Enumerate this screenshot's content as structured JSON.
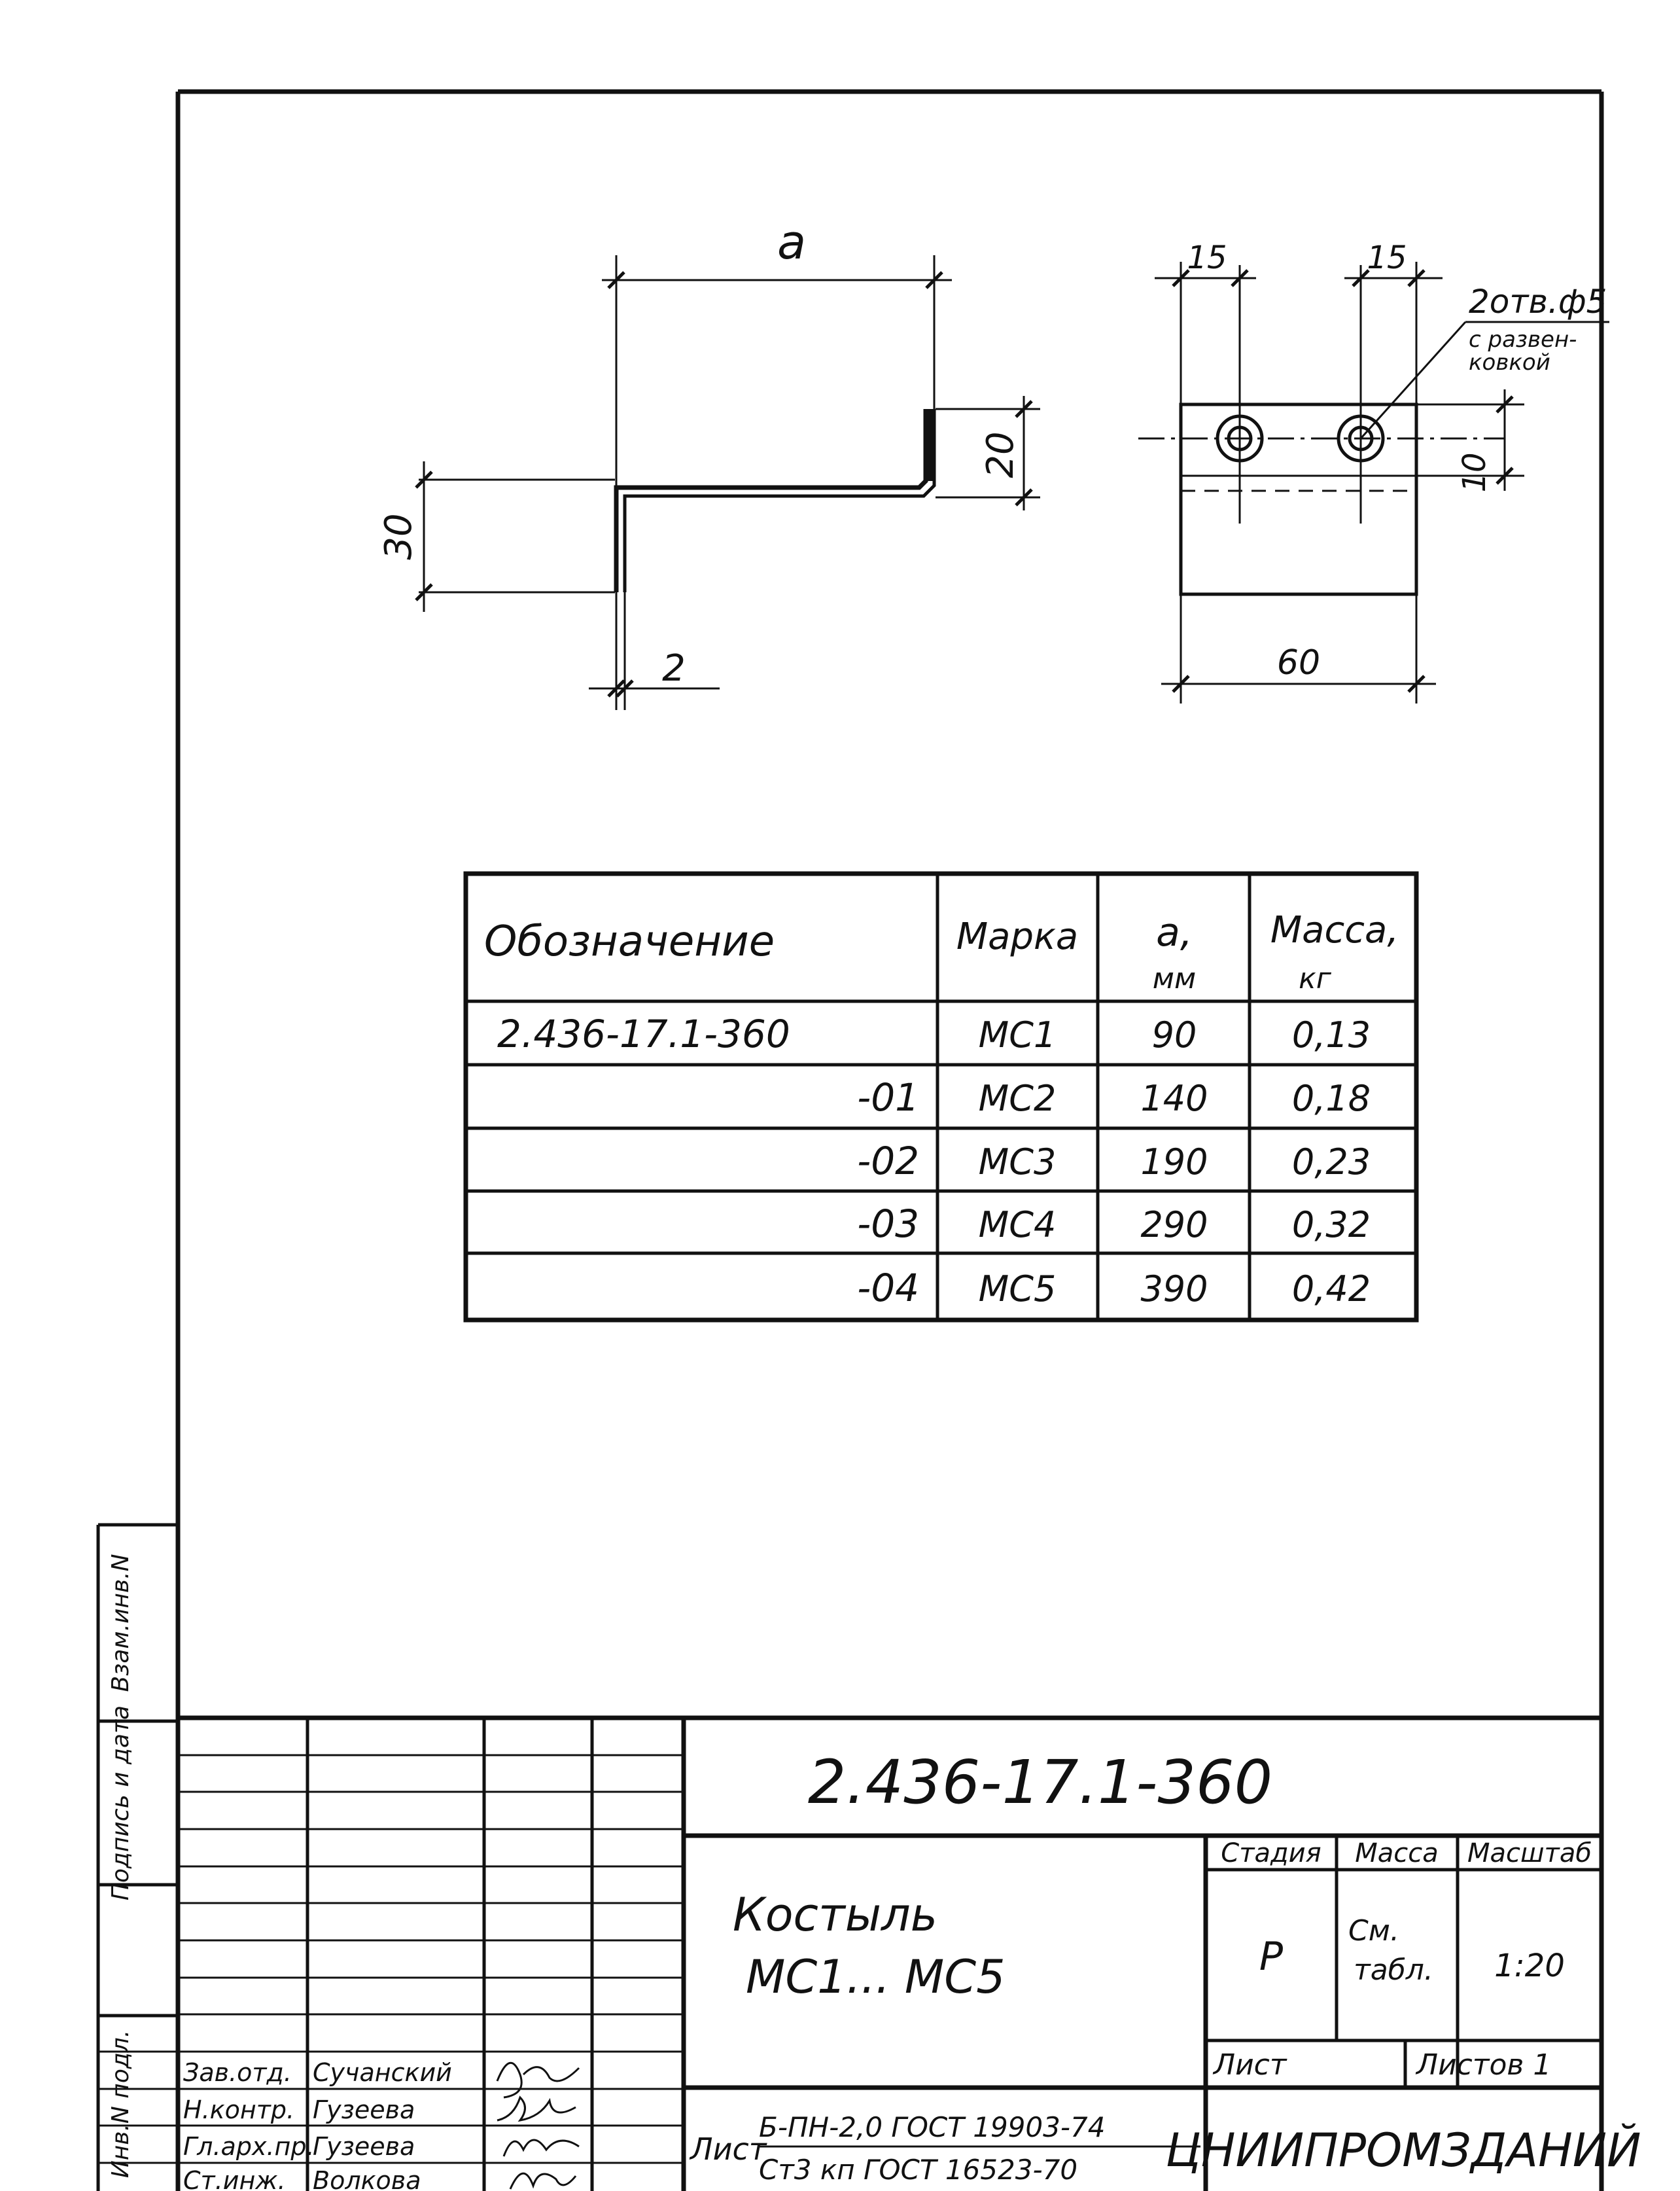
{
  "drawing": {
    "dimensions": {
      "a": "a",
      "flange_height": "20",
      "leg_height": "30",
      "thickness": "2",
      "hole_offset_left": "15",
      "hole_offset_right": "15",
      "hole_note_line1": "2отв.ф5",
      "hole_note_line2": "с развен-",
      "hole_note_line3": "ковкой",
      "hole_height": "10",
      "width": "60"
    }
  },
  "table": {
    "headers": {
      "designation": "Обозначение",
      "mark": "Марка",
      "a_line1": "a,",
      "a_line2": "мм",
      "mass_line1": "Масса,",
      "mass_line2": "кг"
    },
    "rows": [
      {
        "designation": "2.436-17.1-360",
        "mark": "МС1",
        "a": "90",
        "mass": "0,13"
      },
      {
        "designation": "-01",
        "mark": "МС2",
        "a": "140",
        "mass": "0,18"
      },
      {
        "designation": "-02",
        "mark": "МС3",
        "a": "190",
        "mass": "0,23"
      },
      {
        "designation": "-03",
        "mark": "МС4",
        "a": "290",
        "mass": "0,32"
      },
      {
        "designation": "-04",
        "mark": "МС5",
        "a": "390",
        "mass": "0,42"
      }
    ]
  },
  "side_stamp": {
    "ref_inv": "Взам.инв.N",
    "sign_date": "Подпись и дата",
    "inv_orig": "Инв.N подл."
  },
  "title_block": {
    "code": "2.436-17.1-360",
    "name_line1": "Костыль",
    "name_line2": "МС1... МС5",
    "stage_label": "Стадия",
    "mass_label": "Масса",
    "scale_label": "Масштаб",
    "stage_value": "Р",
    "mass_value_line1": "См.",
    "mass_value_line2": "табл.",
    "scale_value": "1:20",
    "sheet_label": "Лист",
    "sheets_label": "Листов 1",
    "material_prefix": "Лист",
    "material_line1": "Б-ПН-2,0 ГОСТ 19903-74",
    "material_line2": "Ст3 кп ГОСТ 16523-70",
    "organization": "ЦНИИПРОМЗДАНИЙ",
    "signers": [
      {
        "role": "Зав.отд.",
        "name": "Сучанский"
      },
      {
        "role": "Н.контр.",
        "name": "Гузеева"
      },
      {
        "role": "Гл.арх.пр.",
        "name": "Гузеева"
      },
      {
        "role": "Ст.инж.",
        "name": "Волкова"
      }
    ]
  }
}
